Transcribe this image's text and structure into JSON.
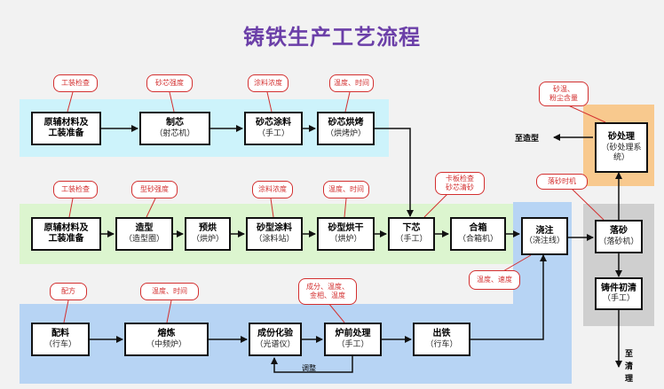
{
  "title": "铸铁生产工艺流程",
  "nodes": {
    "raw1": {
      "l1": "原辅材料及",
      "l2": "工装准备"
    },
    "core": {
      "l1": "制芯",
      "l2": "（射芯机）"
    },
    "corecoat": {
      "l1": "砂芯涂料",
      "l2": "（手工）"
    },
    "corebake": {
      "l1": "砂芯烘烤",
      "l2": "（烘烤炉）"
    },
    "raw2": {
      "l1": "原辅材料及",
      "l2": "工装准备"
    },
    "mold": {
      "l1": "造型",
      "l2": "（造型圈）"
    },
    "prebake": {
      "l1": "预烘",
      "l2": "（烘炉）"
    },
    "moldcoat": {
      "l1": "砂型涂料",
      "l2": "（涂料站）"
    },
    "molddry": {
      "l1": "砂型烘干",
      "l2": "（烘炉）"
    },
    "setcore": {
      "l1": "下芯",
      "l2": "（手工）"
    },
    "close": {
      "l1": "合箱",
      "l2": "（合箱机）"
    },
    "pour": {
      "l1": "浇注",
      "l2": "（浇注线）"
    },
    "shakeout": {
      "l1": "落砂",
      "l2": "（落砂机）"
    },
    "sandproc": {
      "l1": "砂处理",
      "l2": "（砂处理系统）"
    },
    "clean": {
      "l1": "铸件初清",
      "l2": "（手工）"
    },
    "charge": {
      "l1": "配料",
      "l2": "（行车）"
    },
    "melt": {
      "l1": "熔炼",
      "l2": "（中频炉）"
    },
    "analysis": {
      "l1": "成份化验",
      "l2": "（光谱仪）"
    },
    "pretreat": {
      "l1": "炉前处理",
      "l2": "（手工）"
    },
    "tap": {
      "l1": "出铁",
      "l2": "（行车）"
    }
  },
  "notes": {
    "n1": "工装检查",
    "n2": "砂芯强度",
    "n3": "涂料浓度",
    "n4": "温度、时间",
    "n5": "工装检查",
    "n6": "型砂强度",
    "n7": "涂料浓度",
    "n8": "温度、时间",
    "n9": "卡板检查\n砂芯清砂",
    "n10": "砂温、\n粉尘含量",
    "n11": "落砂时机",
    "n12": "温度、速度",
    "n13": "配方",
    "n14": "温度、时间",
    "n15": "成分、温度、\n金相、温度"
  },
  "labels": {
    "to_molding": "至造型",
    "adjust": "调整",
    "to_cleaning_1": "至",
    "to_cleaning_2": "清",
    "to_cleaning_3": "理"
  },
  "colors": {
    "band_core": "#cdf3fb",
    "band_mold": "#dcf5cf",
    "band_melt": "#b7d4f4",
    "band_sand": "#f8c98e",
    "band_clean": "#cfcfcf",
    "note_red": "#d32f2f",
    "title_purple": "#6b3fa8"
  }
}
